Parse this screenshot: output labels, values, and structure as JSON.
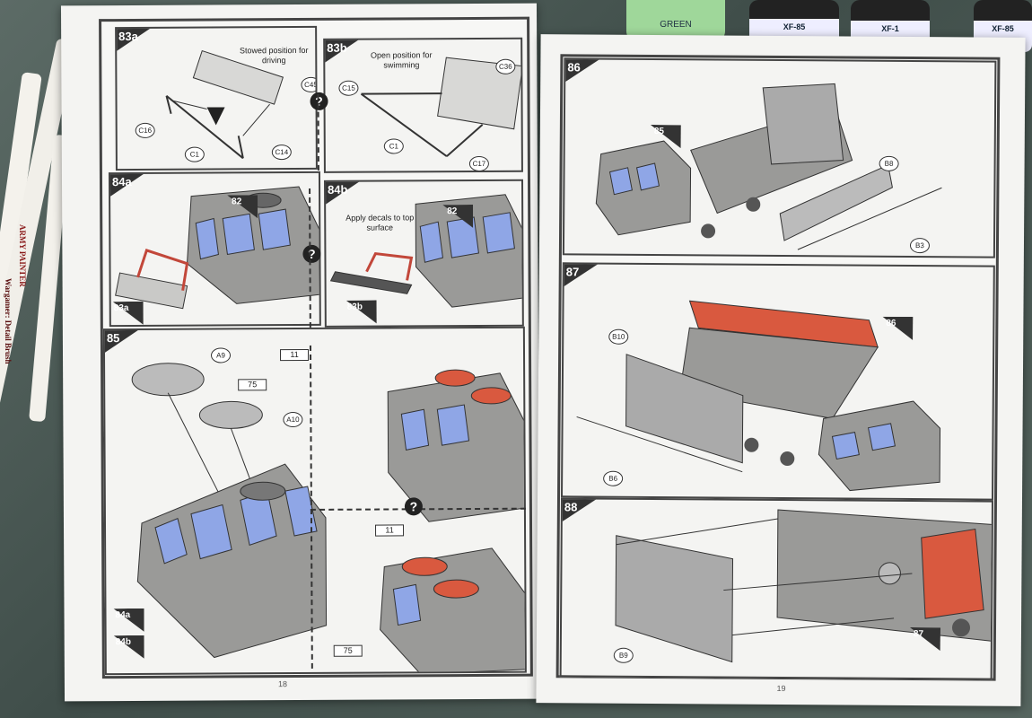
{
  "desk": {
    "brush_text_1": "ARMY PAINTER",
    "brush_text_2": "Wargamer: Detail Brush",
    "jar_labels": [
      "XF-85",
      "XF-1",
      "XF-85"
    ],
    "green_jar_label": "GREEN"
  },
  "left_page": {
    "page_number": "18",
    "step_83a": {
      "number": "83a",
      "caption": "Stowed position for driving",
      "parts": [
        "C45",
        "C16",
        "C1",
        "C14"
      ]
    },
    "step_83b": {
      "number": "83b",
      "caption": "Open position for swimming",
      "parts": [
        "C36",
        "C15",
        "C1",
        "C17"
      ]
    },
    "step_84a": {
      "number": "84a",
      "ref": "82",
      "ref_part": "83a"
    },
    "step_84b": {
      "number": "84b",
      "ref": "82",
      "ref_part": "83b",
      "caption": "Apply decals to top surface"
    },
    "step_85": {
      "number": "85",
      "parts": [
        "A9",
        "A10"
      ],
      "paint_codes": [
        "11",
        "75",
        "11",
        "75"
      ],
      "refs": [
        "84a",
        "84b"
      ]
    }
  },
  "right_page": {
    "page_number": "19",
    "step_86": {
      "number": "86",
      "ref": "85",
      "parts": [
        "B8",
        "B3"
      ]
    },
    "step_87": {
      "number": "87",
      "ref": "86",
      "parts": [
        "B10",
        "B6"
      ]
    },
    "step_88": {
      "number": "88",
      "ref": "87",
      "parts": [
        "B9"
      ]
    }
  },
  "colors": {
    "highlight": "#d9593f",
    "glass": "#8fa6e6",
    "grey": "#9a9a98"
  }
}
